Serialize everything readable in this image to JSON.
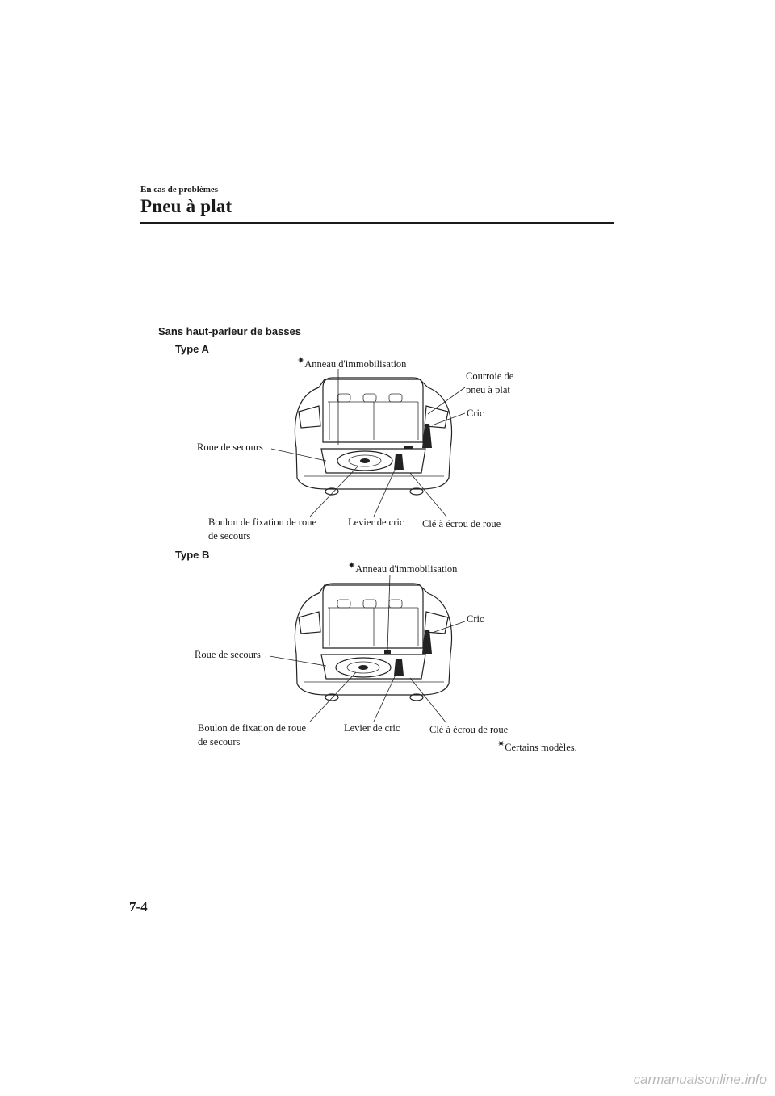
{
  "header": {
    "chapter": "En cas de problèmes",
    "title": "Pneu à plat"
  },
  "section": "Sans haut-parleur de basses",
  "star_symbol": "✷",
  "figure_a": {
    "type_label": "Type A",
    "labels": {
      "anneau": "Anneau d'immobilisation",
      "courroie_line1": "Courroie de",
      "courroie_line2": "pneu à plat",
      "cric": "Cric",
      "roue": "Roue de secours",
      "boulon_line1": "Boulon de fixation de roue",
      "boulon_line2": "de secours",
      "levier": "Levier de cric",
      "cle": "Clé à écrou de roue"
    }
  },
  "figure_b": {
    "type_label": "Type B",
    "labels": {
      "anneau": "Anneau d'immobilisation",
      "cric": "Cric",
      "roue": "Roue de secours",
      "boulon_line1": "Boulon de fixation de roue",
      "boulon_line2": "de secours",
      "levier": "Levier de cric",
      "cle": "Clé à écrou de roue"
    }
  },
  "footnote": "Certains modèles.",
  "page_number": "7-4",
  "watermark": "carmanualsonline.info"
}
